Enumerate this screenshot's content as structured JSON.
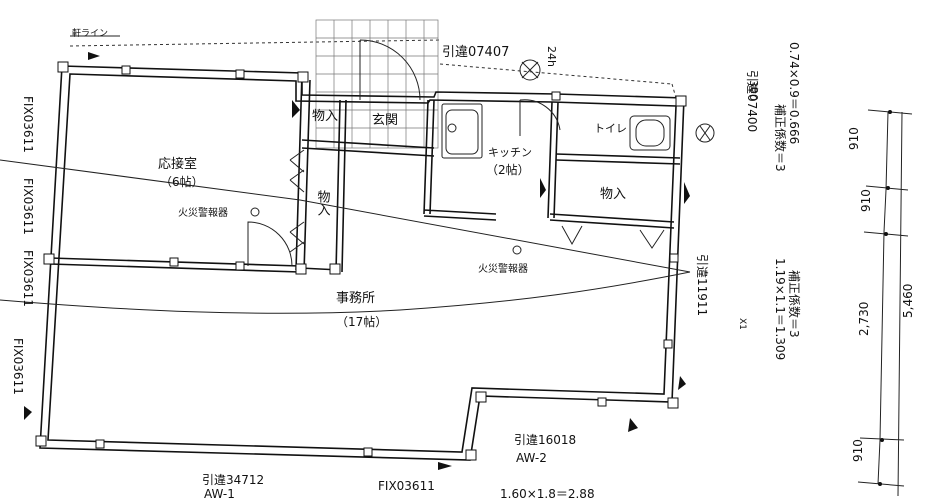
{
  "plan": {
    "eave_line": "軒ライン",
    "rooms": {
      "reception": {
        "name": "応接室",
        "size": "（6帖）"
      },
      "storage_top": "物入",
      "entrance": "玄関",
      "storage_mid": "物入",
      "kitchen": {
        "name": "キッチン",
        "size": "（2帖）"
      },
      "toilet": "トイレ",
      "storage_right": "物入",
      "office": {
        "name": "事務所",
        "size": "（17帖）"
      }
    },
    "fire_alarms": [
      "火災警報器",
      "火災警報器"
    ],
    "fixtures": {
      "top": {
        "code": "引違07407",
        "extra": "24h"
      },
      "right_top": {
        "code": "引違07400",
        "extra": "300"
      },
      "right_mid": {
        "code": "引違11911",
        "extra": "X1"
      },
      "left": [
        "FIX03611",
        "FIX03611",
        "FIX03611",
        "FIX03611"
      ],
      "bottom_right": {
        "code": "引違16018",
        "type": "AW-2"
      },
      "bottom_left": {
        "code": "引違34712",
        "type": "AW-1"
      },
      "bottom_mid": "FIX03611"
    },
    "calcs": [
      {
        "formula": "0.74×0.9＝0.666",
        "coef": "補正係数＝3"
      },
      {
        "formula": "1.19×1.1＝1.309",
        "coef": "補正係数＝3"
      },
      {
        "formula": "1.60×1.8＝2.88",
        "coef": ""
      }
    ],
    "dimensions": [
      "910",
      "910",
      "2,730",
      "5,460",
      "910"
    ]
  }
}
